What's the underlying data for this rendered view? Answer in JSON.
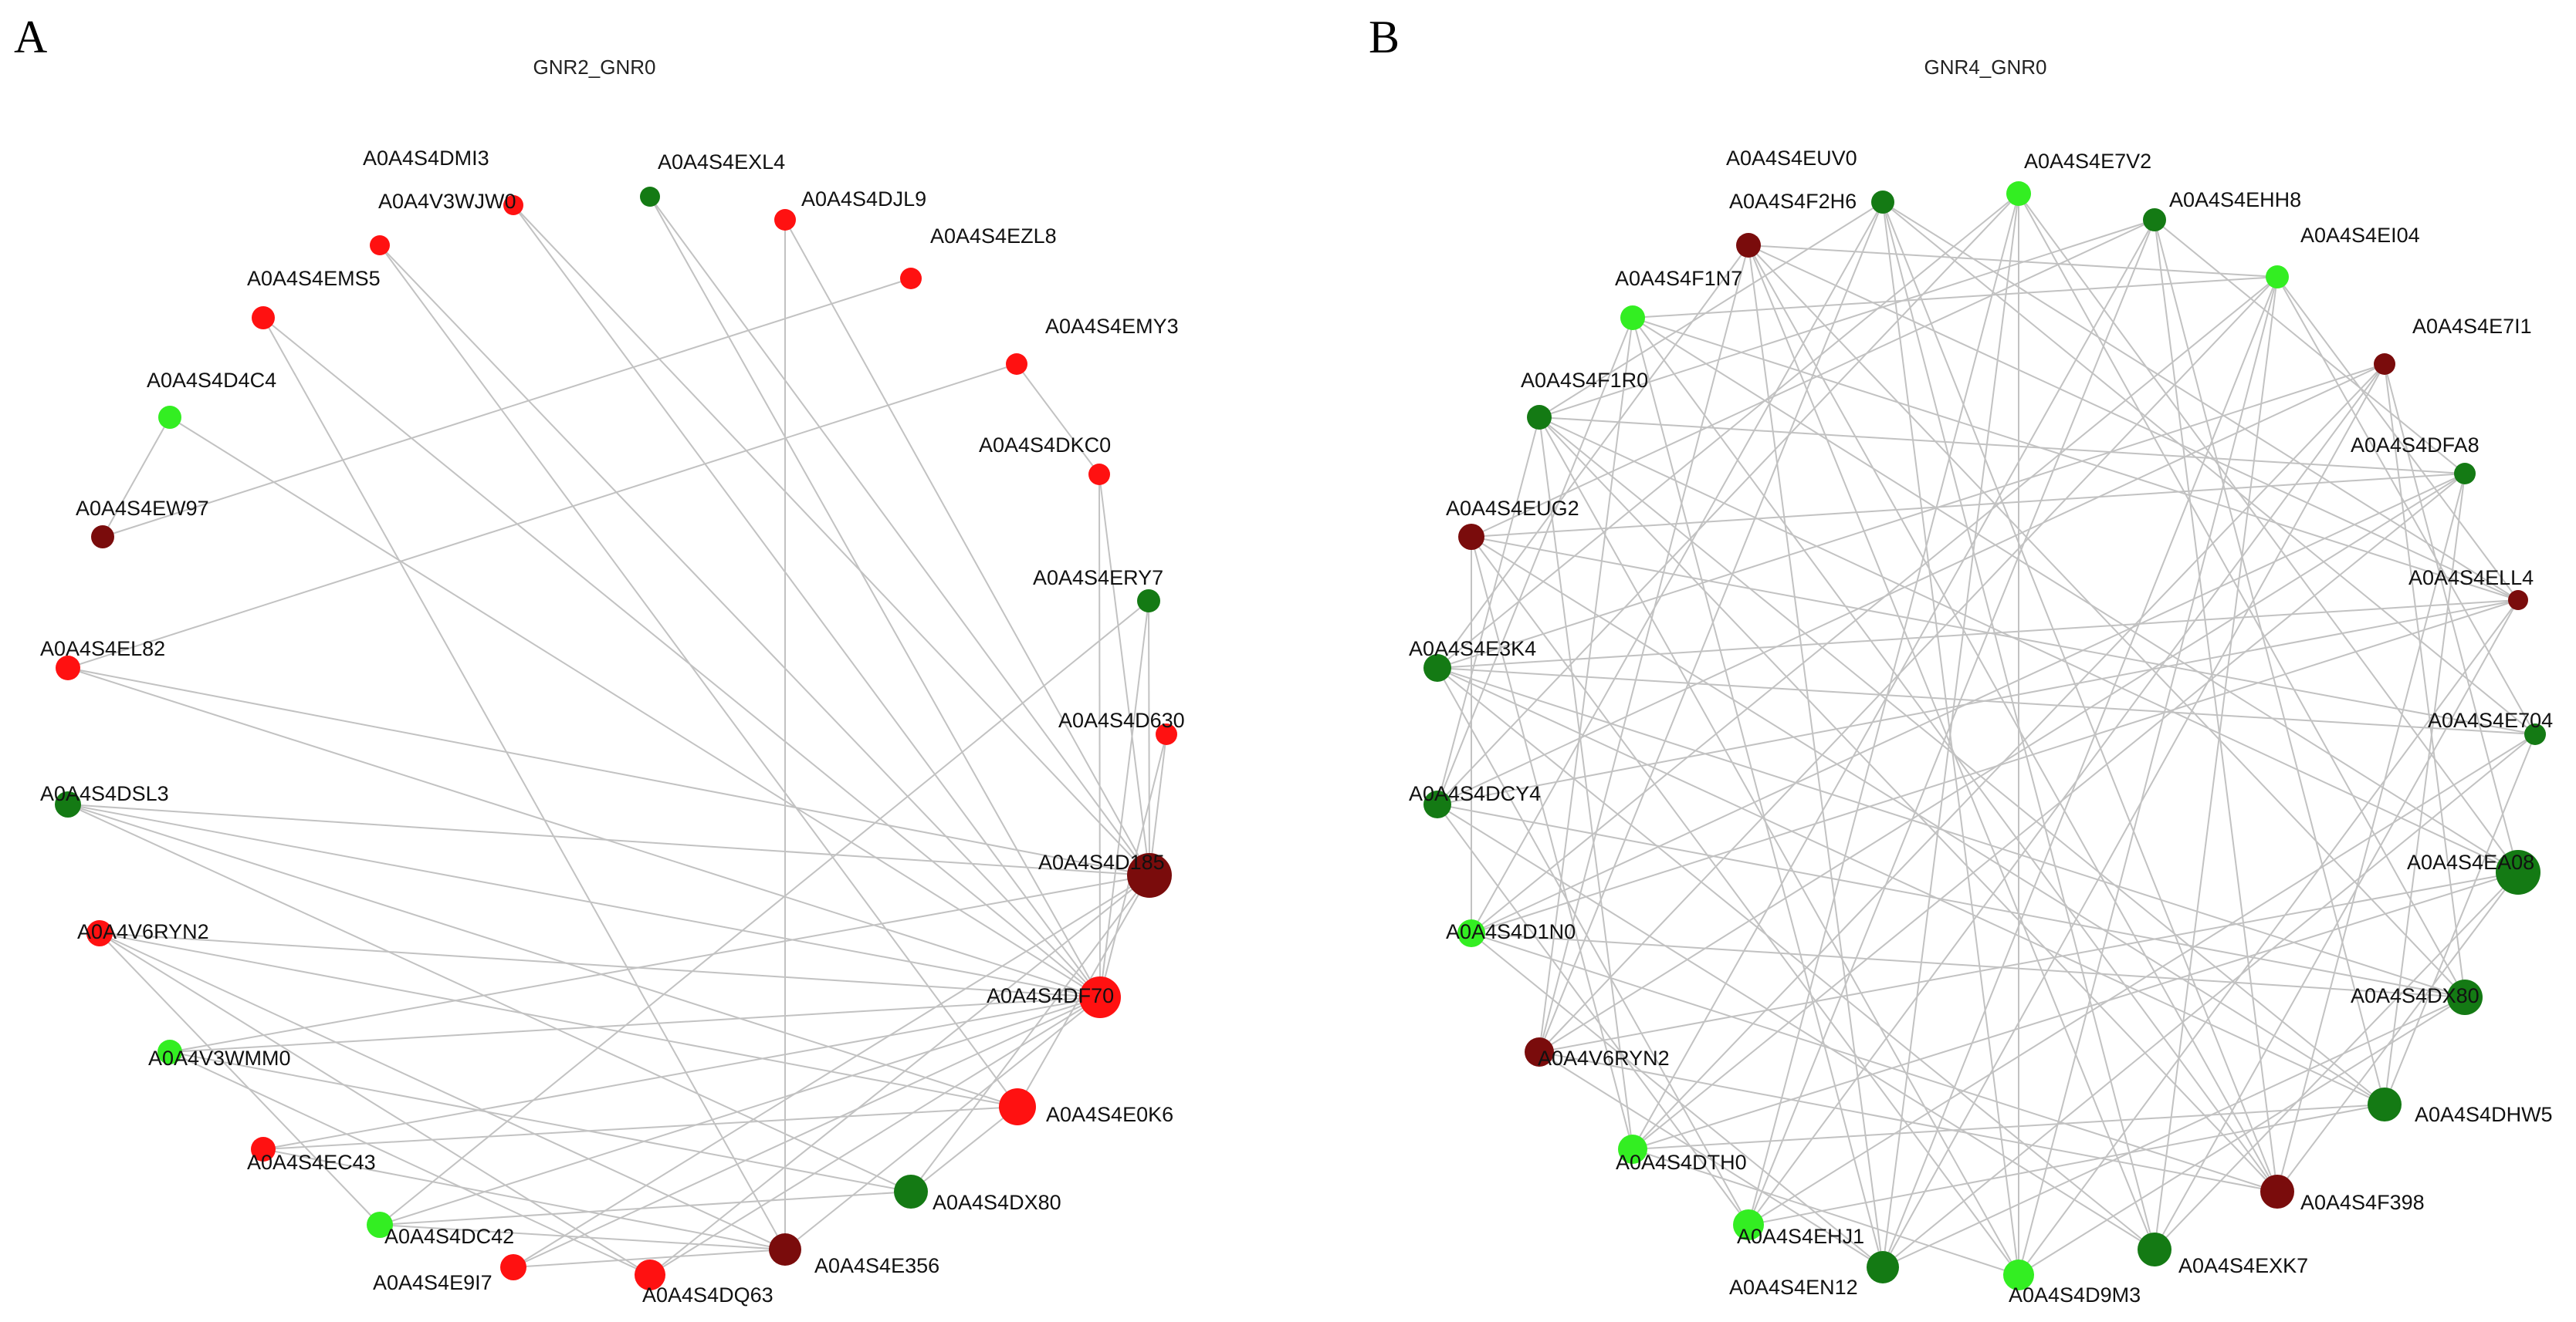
{
  "colors": {
    "dark_red": "#7a0c0c",
    "red": "#ff1111",
    "dark_green": "#147a14",
    "light_green": "#33ee22",
    "edge": "#c2c2c2"
  },
  "panels": [
    {
      "letter": "A",
      "title": "GNR2_GNR0",
      "nodes": [
        {
          "id": "A0A4V3WJW0",
          "color": "red"
        },
        {
          "id": "A0A4S4DMI3",
          "color": "red"
        },
        {
          "id": "A0A4S4EXL4",
          "color": "dark_green"
        },
        {
          "id": "A0A4S4DJL9",
          "color": "red"
        },
        {
          "id": "A0A4S4EZL8",
          "color": "red"
        },
        {
          "id": "A0A4S4EMY3",
          "color": "red"
        },
        {
          "id": "A0A4S4DKC0",
          "color": "red"
        },
        {
          "id": "A0A4S4ERY7",
          "color": "dark_green"
        },
        {
          "id": "A0A4S4D630",
          "color": "red"
        },
        {
          "id": "A0A4S4D185",
          "color": "dark_red"
        },
        {
          "id": "A0A4S4DF70",
          "color": "red"
        },
        {
          "id": "A0A4S4E0K6",
          "color": "red"
        },
        {
          "id": "A0A4S4DX80",
          "color": "dark_green"
        },
        {
          "id": "A0A4S4E356",
          "color": "dark_red"
        },
        {
          "id": "A0A4S4DQ63",
          "color": "red"
        },
        {
          "id": "A0A4S4E9I7",
          "color": "red"
        },
        {
          "id": "A0A4S4DC42",
          "color": "light_green"
        },
        {
          "id": "A0A4S4EC43",
          "color": "red"
        },
        {
          "id": "A0A4V3WMM0",
          "color": "light_green"
        },
        {
          "id": "A0A4V6RYN2",
          "color": "red"
        },
        {
          "id": "A0A4S4DSL3",
          "color": "dark_green"
        },
        {
          "id": "A0A4S4EL82",
          "color": "red"
        },
        {
          "id": "A0A4S4EW97",
          "color": "dark_red"
        },
        {
          "id": "A0A4S4D4C4",
          "color": "light_green"
        },
        {
          "id": "A0A4S4EMS5",
          "color": "red"
        }
      ]
    },
    {
      "letter": "B",
      "title": "GNR4_GNR0",
      "nodes": [
        {
          "id": "A0A4S4EUV0",
          "color": "dark_green"
        },
        {
          "id": "A0A4S4E7V2",
          "color": "light_green"
        },
        {
          "id": "A0A4S4EHH8",
          "color": "dark_green"
        },
        {
          "id": "A0A4S4EI04",
          "color": "light_green"
        },
        {
          "id": "A0A4S4E7I1",
          "color": "dark_red"
        },
        {
          "id": "A0A4S4DFA8",
          "color": "dark_green"
        },
        {
          "id": "A0A4S4ELL4",
          "color": "dark_red"
        },
        {
          "id": "A0A4S4E704",
          "color": "dark_green"
        },
        {
          "id": "A0A4S4EA08",
          "color": "dark_green"
        },
        {
          "id": "A0A4S4DX80",
          "color": "dark_green"
        },
        {
          "id": "A0A4S4DHW5",
          "color": "dark_green"
        },
        {
          "id": "A0A4S4F398",
          "color": "dark_red"
        },
        {
          "id": "A0A4S4EXK7",
          "color": "dark_green"
        },
        {
          "id": "A0A4S4D9M3",
          "color": "light_green"
        },
        {
          "id": "A0A4S4EN12",
          "color": "dark_green"
        },
        {
          "id": "A0A4S4EHJ1",
          "color": "light_green"
        },
        {
          "id": "A0A4S4DTH0",
          "color": "light_green"
        },
        {
          "id": "A0A4V6RYN2",
          "color": "dark_red"
        },
        {
          "id": "A0A4S4D1N0",
          "color": "light_green"
        },
        {
          "id": "A0A4S4DCY4",
          "color": "dark_green"
        },
        {
          "id": "A0A4S4E3K4",
          "color": "dark_green"
        },
        {
          "id": "A0A4S4EUG2",
          "color": "dark_red"
        },
        {
          "id": "A0A4S4F1R0",
          "color": "dark_green"
        },
        {
          "id": "A0A4S4F1N7",
          "color": "light_green"
        },
        {
          "id": "A0A4S4F2H6",
          "color": "dark_red"
        }
      ]
    }
  ]
}
